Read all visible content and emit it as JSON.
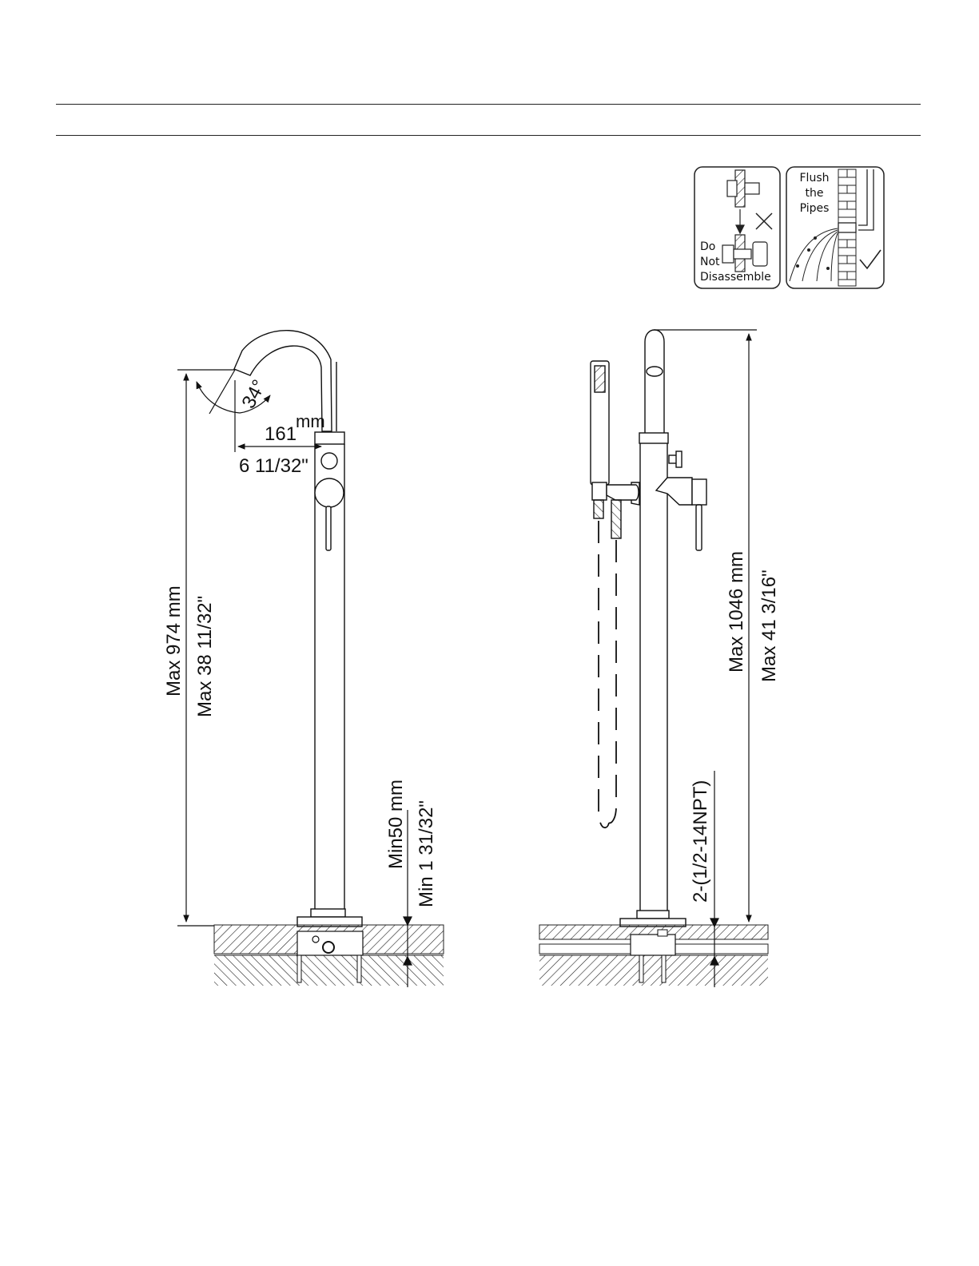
{
  "notices": {
    "do_not_disassemble": [
      "Do",
      "Not",
      "Disassemble"
    ],
    "flush_pipes": [
      "Flush",
      "the",
      "Pipes"
    ]
  },
  "side_view": {
    "angle": "34°",
    "spout_reach_mm_value": "161",
    "spout_reach_mm_unit": "mm",
    "spout_reach_in": "6 11/32\"",
    "height_mm": "Max 974 mm",
    "height_in": "Max 38 11/32\"",
    "min_depth_mm": "Min50 mm",
    "min_depth_in": "Min 1 31/32\""
  },
  "front_view": {
    "height_mm": "Max 1046 mm",
    "height_in": "Max 41 3/16\"",
    "thread": "2-(1/2-14NPT)"
  },
  "colors": {
    "line": "#111111",
    "background": "#ffffff"
  }
}
